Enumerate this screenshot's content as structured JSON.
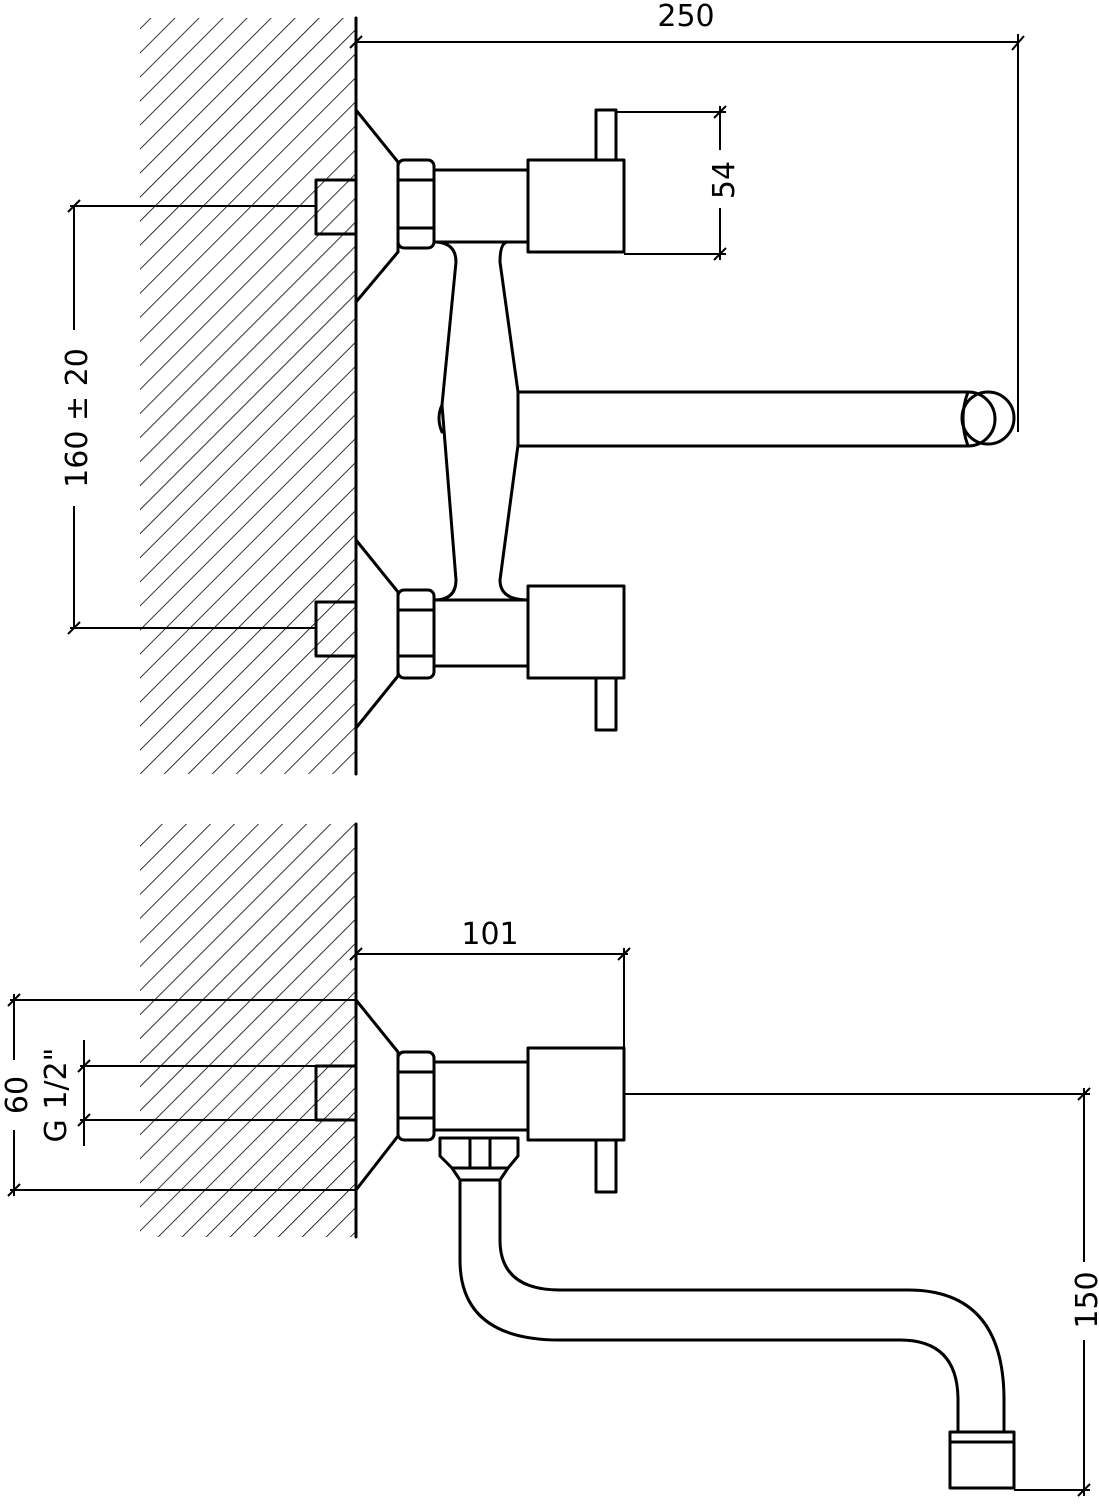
{
  "dimensions": {
    "overall_reach": "250",
    "handle_height": "54",
    "inlet_spacing": "160 ± 20",
    "body_projection": "101",
    "wall_plate_diameter": "60",
    "thread_size": "G 1/2\"",
    "spout_drop": "150"
  }
}
